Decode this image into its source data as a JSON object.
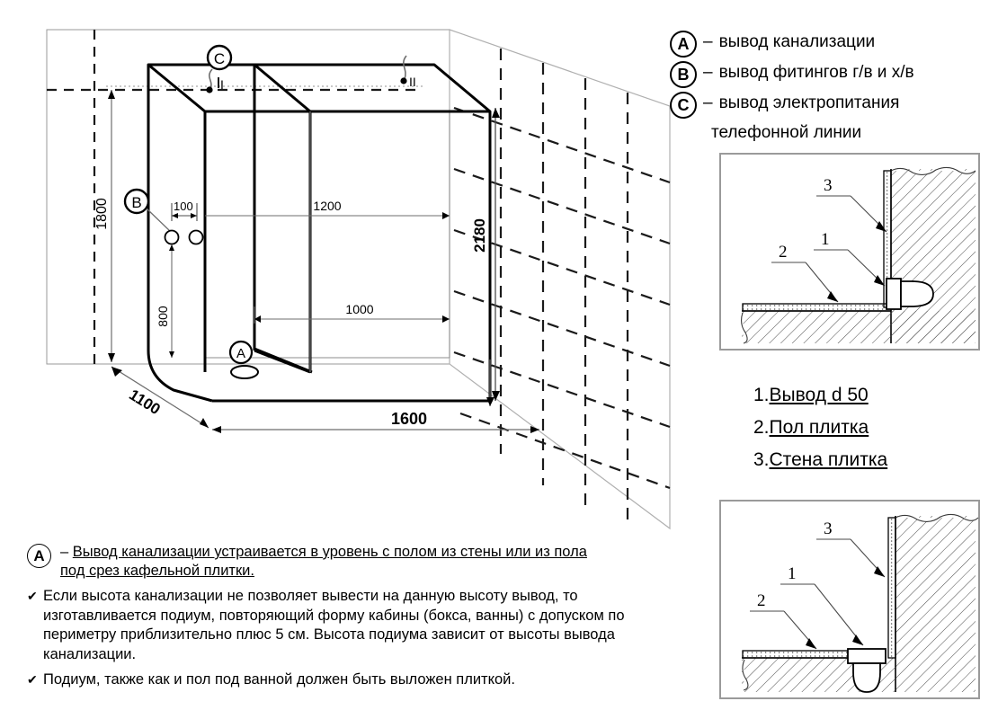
{
  "legend": {
    "items": [
      {
        "marker": "A",
        "dash": "–",
        "text": "вывод канализации"
      },
      {
        "marker": "B",
        "dash": "–",
        "text": "вывод фитингов г/в и х/в"
      },
      {
        "marker": "C",
        "dash": "–",
        "text": "вывод электропитания",
        "text2": "телефонной линии"
      }
    ]
  },
  "drawing": {
    "dimensions": {
      "height_left": "1800",
      "height_right": "2180",
      "fitting_gap": "100",
      "fitting_height": "800",
      "width_upper": "1200",
      "width_lower": "1000",
      "depth": "1100",
      "width_total": "1600"
    },
    "markers": {
      "a": "A",
      "b": "B",
      "c": "C",
      "outlet_1": "I",
      "outlet_2": "II"
    }
  },
  "details": {
    "top": {
      "labels": [
        "3",
        "1",
        "2"
      ]
    },
    "bottom": {
      "labels": [
        "3",
        "1",
        "2"
      ]
    }
  },
  "numbered_list": [
    {
      "num": "1.",
      "text": "Вывод d 50"
    },
    {
      "num": "2.",
      "text": "Пол плитка"
    },
    {
      "num": "3.",
      "text": "Стена плитка"
    }
  ],
  "notes": {
    "marker": "A",
    "dash": "–",
    "heading_line1": "Вывод канализации устраивается в уровень с полом из стены или из пола",
    "heading_line2": "под срез кафельной плитки.",
    "bullets": [
      {
        "check": "✔",
        "text": "Если высота канализации не позволяет вывести на данную высоту вывод, то изготавливается подиум, повторяющий форму кабины (бокса, ванны) с допуском по периметру приблизительно плюс 5 см. Высота подиума зависит от высоты вывода канализации."
      },
      {
        "check": "✔",
        "text": "Подиум, также как и пол под ванной должен быть выложен плиткой."
      }
    ]
  },
  "colors": {
    "line": "#000000",
    "thin": "#7a7a7a",
    "wall": "#9a9a9a",
    "box_border": "#8a8a8a"
  }
}
